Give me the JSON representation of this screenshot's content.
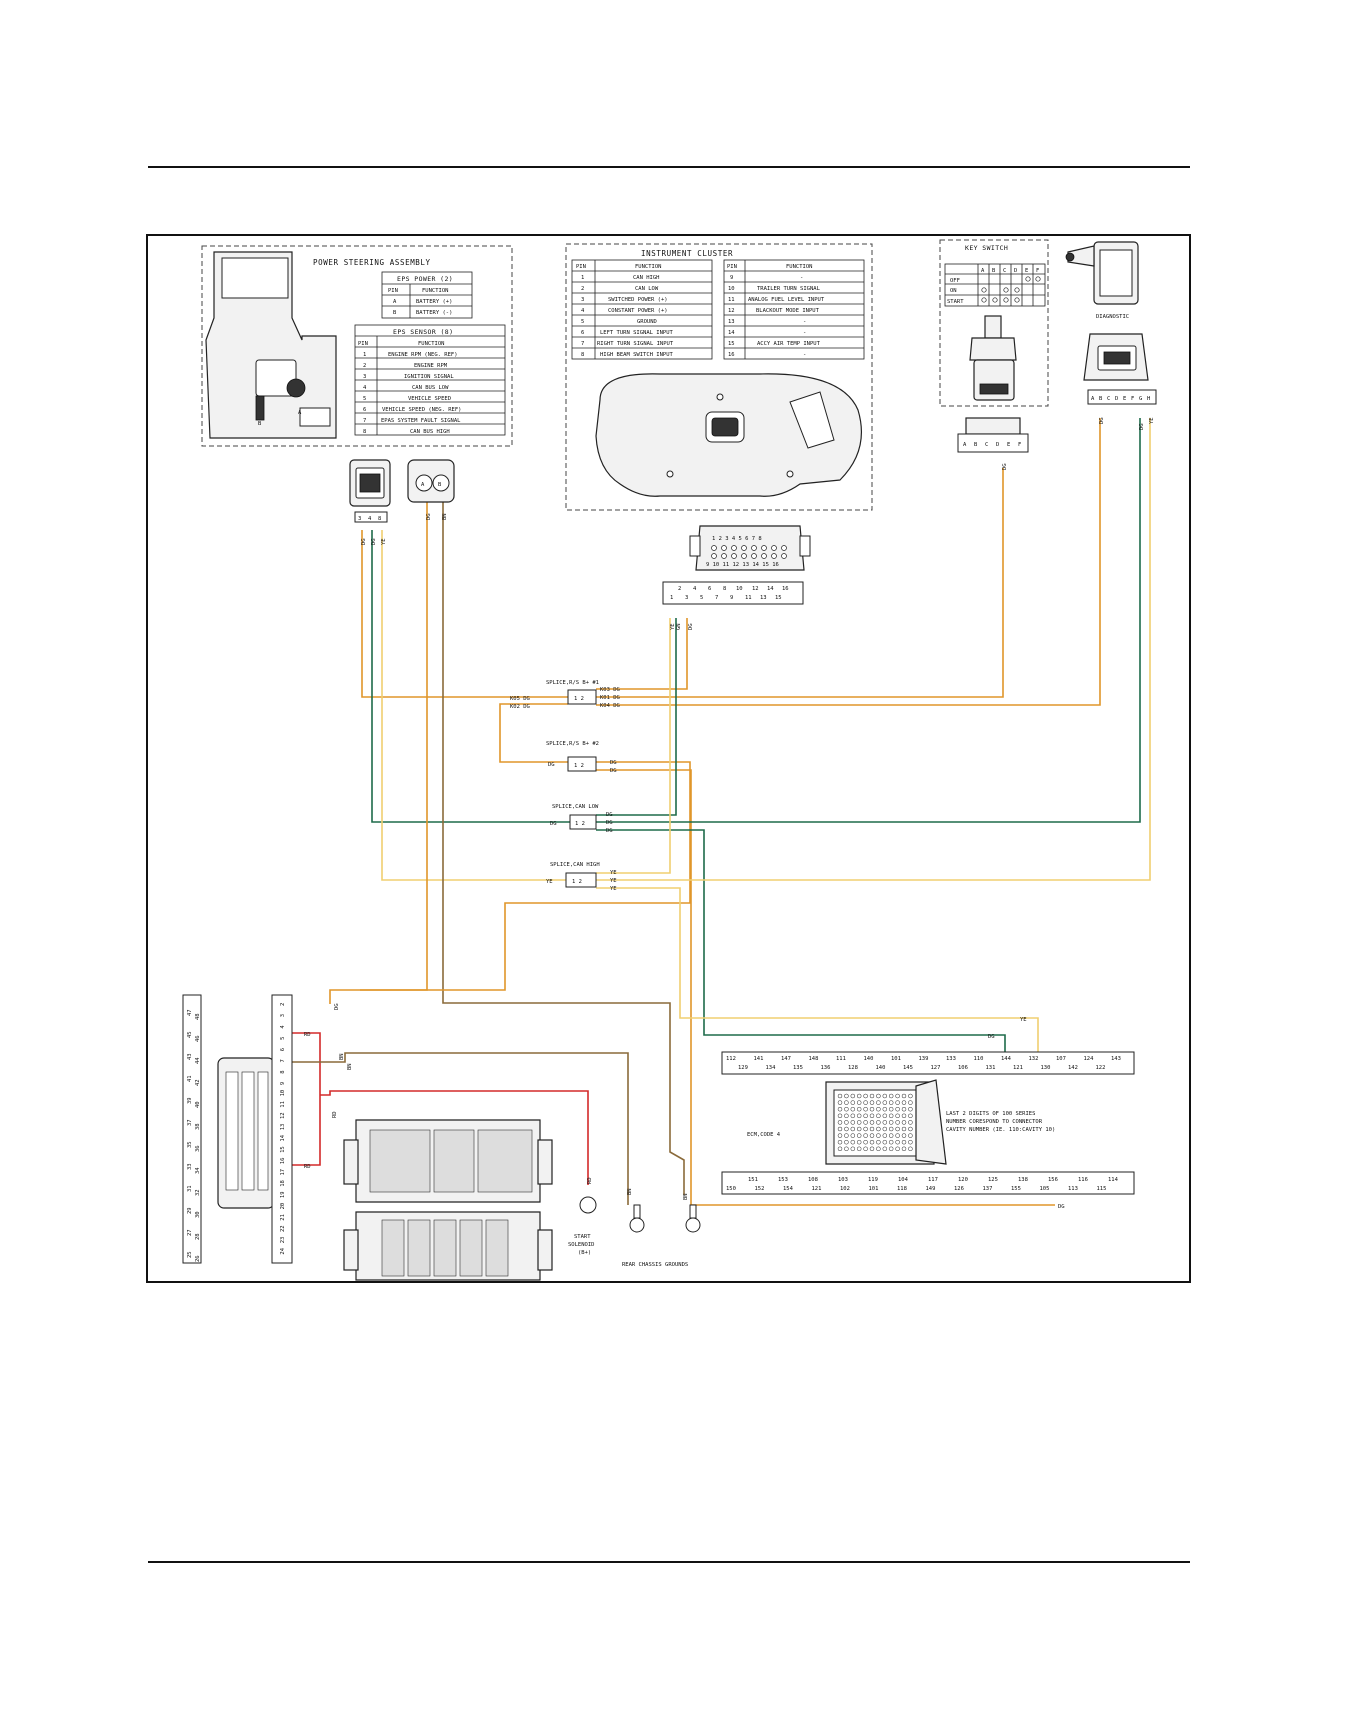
{
  "colors": {
    "DG": "#e0962a",
    "GN": "#1e6b4a",
    "YE": "#f0cf70",
    "RD": "#d42a2a",
    "BN": "#8a6a3a"
  },
  "eps": {
    "title": "POWER STEERING ASSEMBLY",
    "power_title": "EPS POWER (2)",
    "power_header": [
      "PIN",
      "FUNCTION"
    ],
    "power_rows": [
      [
        "A",
        "BATTERY (+)"
      ],
      [
        "B",
        "BATTERY (-)"
      ]
    ],
    "sensor_title": "EPS SENSOR (8)",
    "sensor_header": [
      "PIN",
      "FUNCTION"
    ],
    "sensor_rows": [
      [
        "1",
        "ENGINE RPM (NEG. REF)"
      ],
      [
        "2",
        "ENGINE RPM"
      ],
      [
        "3",
        "IGNITION SIGNAL"
      ],
      [
        "4",
        "CAN BUS LOW"
      ],
      [
        "5",
        "VEHICLE SPEED"
      ],
      [
        "6",
        "VEHICLE SPEED (NEG. REF)"
      ],
      [
        "7",
        "EPAS SYSTEM FAULT SIGNAL"
      ],
      [
        "8",
        "CAN BUS HIGH"
      ]
    ],
    "connector_pins": [
      "3",
      "4",
      "8"
    ],
    "connector_wires": [
      "DG",
      "DG",
      "YE"
    ],
    "power_conn_pins": [
      "A",
      "B"
    ],
    "power_conn_wires": [
      "DG",
      "BN"
    ],
    "label_b": "B",
    "label_a": "A"
  },
  "cluster": {
    "title": "INSTRUMENT CLUSTER",
    "header": [
      "PIN",
      "FUNCTION",
      "PIN",
      "FUNCTION"
    ],
    "rows": [
      [
        "1",
        "CAN HIGH",
        "9",
        "-"
      ],
      [
        "2",
        "CAN LOW",
        "10",
        "TRAILER TURN SIGNAL"
      ],
      [
        "3",
        "SWITCHED POWER (+)",
        "11",
        "ANALOG FUEL LEVEL INPUT"
      ],
      [
        "4",
        "CONSTANT POWER (+)",
        "12",
        "BLACKOUT MODE INPUT"
      ],
      [
        "5",
        "GROUND",
        "13",
        "-"
      ],
      [
        "6",
        "LEFT TURN SIGNAL INPUT",
        "14",
        "-"
      ],
      [
        "7",
        "RIGHT TURN SIGNAL INPUT",
        "15",
        "ACCY AIR TEMP INPUT"
      ],
      [
        "8",
        "HIGH BEAM SWITCH INPUT",
        "16",
        "-"
      ]
    ],
    "conn_top": "1 2 3 4 5 6 7 8",
    "conn_bottom": "9 10 11 12 13 14 15 16",
    "strip_top": [
      "2",
      "4",
      "6",
      "8",
      "10",
      "12",
      "14",
      "16"
    ],
    "strip_bottom": [
      "1",
      "3",
      "5",
      "7",
      "9",
      "11",
      "13",
      "15"
    ],
    "wires": [
      "YE",
      "GN",
      "DG"
    ]
  },
  "keyswitch": {
    "title": "KEY SWITCH",
    "cols": [
      "A",
      "B",
      "C",
      "D",
      "E",
      "F"
    ],
    "rows": [
      "OFF",
      "ON",
      "START"
    ],
    "pins": [
      "A",
      "B",
      "C",
      "D",
      "E",
      "F"
    ],
    "wire": "DG"
  },
  "diagnostic": {
    "title": "DIAGNOSTIC",
    "pins": [
      "A",
      "B",
      "C",
      "D",
      "E",
      "F",
      "G",
      "H"
    ],
    "wires": [
      "DG",
      "DG",
      "YE"
    ]
  },
  "splices": {
    "rs1": {
      "title": "SPLICE,R/S B+ #1",
      "left": [
        "K05 DG",
        "K02 DG"
      ],
      "right": [
        "K03 DG",
        "K01 DG",
        "K04 DG"
      ],
      "pins": "1 2"
    },
    "rs2": {
      "title": "SPLICE,R/S B+ #2",
      "left": [
        "DG"
      ],
      "right": [
        "DG",
        "DG"
      ],
      "pins": "1 2"
    },
    "canlow": {
      "title": "SPLICE,CAN LOW",
      "left": [
        "DG"
      ],
      "right": [
        "DG",
        "DG",
        "DG"
      ],
      "pins": "1 2"
    },
    "canhigh": {
      "title": "SPLICE,CAN HIGH",
      "left": [
        "YE"
      ],
      "right": [
        "YE",
        "YE",
        "YE"
      ],
      "pins": "1 2"
    }
  },
  "fusebox": {
    "left_nums_a": [
      "25",
      "27",
      "29",
      "31",
      "33",
      "35",
      "37",
      "39",
      "41",
      "43",
      "45",
      "47"
    ],
    "left_nums_b": [
      "26",
      "28",
      "30",
      "32",
      "34",
      "36",
      "38",
      "40",
      "42",
      "44",
      "46",
      "48"
    ],
    "right_nums": [
      "2",
      "3",
      "4",
      "5",
      "6",
      "7",
      "8",
      "9",
      "10",
      "11",
      "12",
      "13",
      "14",
      "15",
      "16",
      "17",
      "18",
      "19",
      "20",
      "21",
      "22",
      "23",
      "24"
    ],
    "wire_labels": [
      "DG",
      "RD",
      "RD",
      "RD",
      "BN",
      "BN"
    ]
  },
  "bottom": {
    "start_solenoid": [
      "START",
      "SOLENOID",
      "(B+)"
    ],
    "rear_grounds": "REAR CHASSIS GROUNDS",
    "wires": [
      "RD",
      "BN",
      "BN"
    ]
  },
  "ecm": {
    "label": "ECM,CODE 4",
    "note": [
      "LAST 2 DIGITS OF 100 SERIES",
      "NUMBER CORESPOND TO CONNECTOR",
      "CAVITY NUMBER (IE. 110:CAVITY 10)"
    ],
    "top_row_a": [
      "112",
      "141",
      "147",
      "148",
      "111",
      "140",
      "101",
      "139",
      "133",
      "110",
      "144",
      "132",
      "107",
      "124",
      "143"
    ],
    "top_row_b": [
      "129",
      "134",
      "135",
      "136",
      "128",
      "140",
      "145",
      "127",
      "106",
      "131",
      "121",
      "130",
      "142",
      "122"
    ],
    "bot_row_a": [
      "151",
      "153",
      "108",
      "103",
      "119",
      "104",
      "117",
      "120",
      "125",
      "138",
      "156",
      "116",
      "114"
    ],
    "bot_row_b": [
      "150",
      "152",
      "154",
      "121",
      "102",
      "101",
      "118",
      "149",
      "126",
      "137",
      "155",
      "105",
      "113",
      "115"
    ],
    "wire_labels": [
      "YE",
      "DG",
      "DG"
    ]
  }
}
